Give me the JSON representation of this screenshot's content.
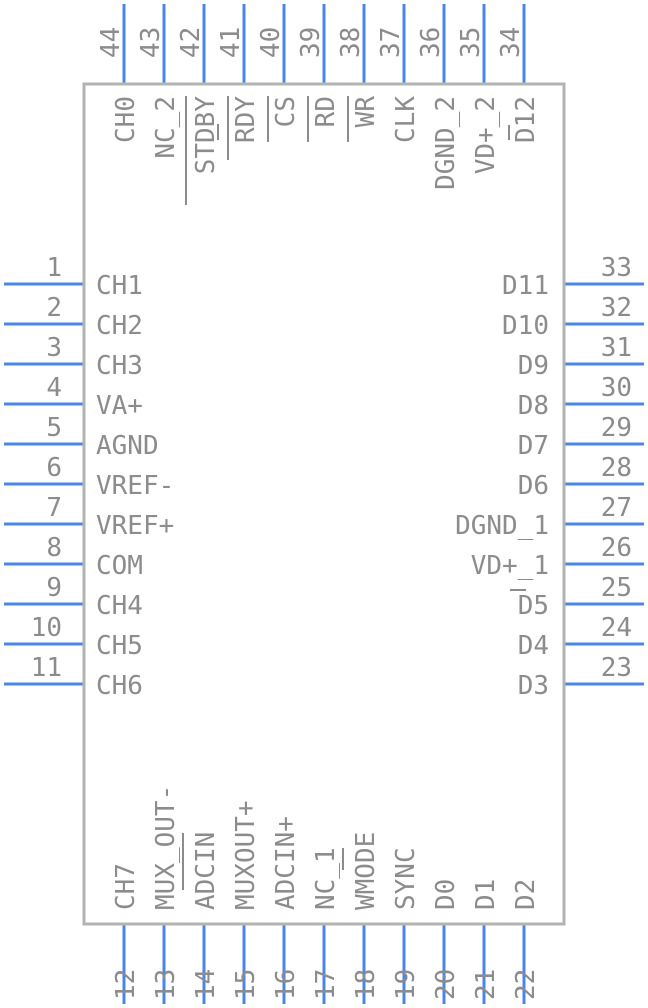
{
  "colors": {
    "pin": "#4a86e8",
    "body": "#b3b3b3",
    "text": "#8c8c8c",
    "background": "#ffffff"
  },
  "pins": {
    "left": [
      {
        "num": "1",
        "name": "CH1"
      },
      {
        "num": "2",
        "name": "CH2"
      },
      {
        "num": "3",
        "name": "CH3"
      },
      {
        "num": "4",
        "name": "VA+"
      },
      {
        "num": "5",
        "name": "AGND"
      },
      {
        "num": "6",
        "name": "VREF-"
      },
      {
        "num": "7",
        "name": "VREF+"
      },
      {
        "num": "8",
        "name": "COM"
      },
      {
        "num": "9",
        "name": "CH4"
      },
      {
        "num": "10",
        "name": "CH5"
      },
      {
        "num": "11",
        "name": "CH6"
      }
    ],
    "bottom": [
      {
        "num": "12",
        "name": "CH7"
      },
      {
        "num": "13",
        "name": "MUX_OUT-"
      },
      {
        "num": "14",
        "name": "ADCIN"
      },
      {
        "num": "15",
        "name": "MUXOUT+"
      },
      {
        "num": "16",
        "name": "ADCIN+"
      },
      {
        "num": "17",
        "name": "NC_1"
      },
      {
        "num": "18",
        "name": "WMODE"
      },
      {
        "num": "19",
        "name": "SYNC"
      },
      {
        "num": "20",
        "name": "D0"
      },
      {
        "num": "21",
        "name": "D1"
      },
      {
        "num": "22",
        "name": "D2"
      }
    ],
    "right": [
      {
        "num": "23",
        "name": "D3"
      },
      {
        "num": "24",
        "name": "D4"
      },
      {
        "num": "25",
        "name": "D5"
      },
      {
        "num": "26",
        "name": "VD+_1"
      },
      {
        "num": "27",
        "name": "DGND_1"
      },
      {
        "num": "28",
        "name": "D6"
      },
      {
        "num": "29",
        "name": "D7"
      },
      {
        "num": "30",
        "name": "D8"
      },
      {
        "num": "31",
        "name": "D9"
      },
      {
        "num": "32",
        "name": "D10"
      },
      {
        "num": "33",
        "name": "D11"
      }
    ],
    "top": [
      {
        "num": "34",
        "name": "D12"
      },
      {
        "num": "35",
        "name": "VD+_2"
      },
      {
        "num": "36",
        "name": "DGND_2"
      },
      {
        "num": "37",
        "name": "CLK"
      },
      {
        "num": "38",
        "name": "WR"
      },
      {
        "num": "39",
        "name": "RD"
      },
      {
        "num": "40",
        "name": "CS"
      },
      {
        "num": "41",
        "name": "RDY"
      },
      {
        "num": "42",
        "name": "STDBY"
      },
      {
        "num": "43",
        "name": "NC_2"
      },
      {
        "num": "44",
        "name": "CH0"
      }
    ]
  }
}
